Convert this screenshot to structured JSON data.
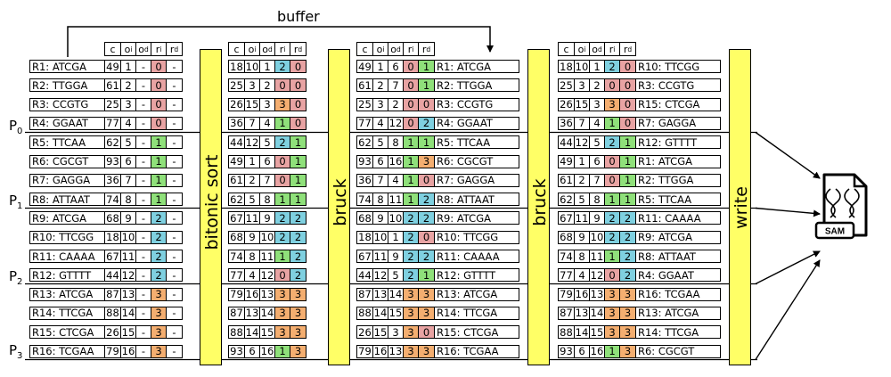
{
  "diagram": {
    "buffer_label": "buffer",
    "steps": [
      "bitonic sort",
      "bruck",
      "bruck",
      "write"
    ],
    "processes": [
      {
        "letter": "P",
        "index": "0"
      },
      {
        "letter": "P",
        "index": "1"
      },
      {
        "letter": "P",
        "index": "2"
      },
      {
        "letter": "P",
        "index": "3"
      }
    ],
    "column_headers": [
      {
        "main": "c",
        "sub": ""
      },
      {
        "main": "o",
        "sub": "i"
      },
      {
        "main": "o",
        "sub": "d"
      },
      {
        "main": "r",
        "sub": "i"
      },
      {
        "main": "r",
        "sub": "d"
      }
    ],
    "sam_file_label": "SAM",
    "colors": {
      "rank0": "#e8a3a3",
      "rank1": "#8fe07a",
      "rank2": "#7fd0e0",
      "rank3": "#f4ae70",
      "step_bar": "#ffff66"
    },
    "stages": [
      {
        "reads_position": "left",
        "rows": [
          {
            "read": "R1: ATCGA",
            "c": "49",
            "oi": "1",
            "od": "-",
            "ri": "0",
            "rd": "-"
          },
          {
            "read": "R2: TTGGA",
            "c": "61",
            "oi": "2",
            "od": "-",
            "ri": "0",
            "rd": "-"
          },
          {
            "read": "R3: CCGTG",
            "c": "25",
            "oi": "3",
            "od": "-",
            "ri": "0",
            "rd": "-"
          },
          {
            "read": "R4: GGAAT",
            "c": "77",
            "oi": "4",
            "od": "-",
            "ri": "0",
            "rd": "-"
          },
          {
            "read": "R5: TTCAA",
            "c": "62",
            "oi": "5",
            "od": "-",
            "ri": "1",
            "rd": "-"
          },
          {
            "read": "R6: CGCGT",
            "c": "93",
            "oi": "6",
            "od": "-",
            "ri": "1",
            "rd": "-"
          },
          {
            "read": "R7: GAGGA",
            "c": "36",
            "oi": "7",
            "od": "-",
            "ri": "1",
            "rd": "-"
          },
          {
            "read": "R8: ATTAAT",
            "c": "74",
            "oi": "8",
            "od": "-",
            "ri": "1",
            "rd": "-"
          },
          {
            "read": "R9: ATCGA",
            "c": "68",
            "oi": "9",
            "od": "-",
            "ri": "2",
            "rd": "-"
          },
          {
            "read": "R10: TTCGG",
            "c": "18",
            "oi": "10",
            "od": "-",
            "ri": "2",
            "rd": "-"
          },
          {
            "read": "R11: CAAAA",
            "c": "67",
            "oi": "11",
            "od": "-",
            "ri": "2",
            "rd": "-"
          },
          {
            "read": "R12: GTTTT",
            "c": "44",
            "oi": "12",
            "od": "-",
            "ri": "2",
            "rd": "-"
          },
          {
            "read": "R13: ATCGA",
            "c": "87",
            "oi": "13",
            "od": "-",
            "ri": "3",
            "rd": "-"
          },
          {
            "read": "R14: TTCGA",
            "c": "88",
            "oi": "14",
            "od": "-",
            "ri": "3",
            "rd": "-"
          },
          {
            "read": "R15: CTCGA",
            "c": "26",
            "oi": "15",
            "od": "-",
            "ri": "3",
            "rd": "-"
          },
          {
            "read": "R16: TCGAA",
            "c": "79",
            "oi": "16",
            "od": "-",
            "ri": "3",
            "rd": "-"
          }
        ]
      },
      {
        "reads_position": "none",
        "rows": [
          {
            "read": "",
            "c": "18",
            "oi": "10",
            "od": "1",
            "ri": "2",
            "rd": "0"
          },
          {
            "read": "",
            "c": "25",
            "oi": "3",
            "od": "2",
            "ri": "0",
            "rd": "0"
          },
          {
            "read": "",
            "c": "26",
            "oi": "15",
            "od": "3",
            "ri": "3",
            "rd": "0"
          },
          {
            "read": "",
            "c": "36",
            "oi": "7",
            "od": "4",
            "ri": "1",
            "rd": "0"
          },
          {
            "read": "",
            "c": "44",
            "oi": "12",
            "od": "5",
            "ri": "2",
            "rd": "1"
          },
          {
            "read": "",
            "c": "49",
            "oi": "1",
            "od": "6",
            "ri": "0",
            "rd": "1"
          },
          {
            "read": "",
            "c": "61",
            "oi": "2",
            "od": "7",
            "ri": "0",
            "rd": "1"
          },
          {
            "read": "",
            "c": "62",
            "oi": "5",
            "od": "8",
            "ri": "1",
            "rd": "1"
          },
          {
            "read": "",
            "c": "67",
            "oi": "11",
            "od": "9",
            "ri": "2",
            "rd": "2"
          },
          {
            "read": "",
            "c": "68",
            "oi": "9",
            "od": "10",
            "ri": "2",
            "rd": "2"
          },
          {
            "read": "",
            "c": "74",
            "oi": "8",
            "od": "11",
            "ri": "1",
            "rd": "2"
          },
          {
            "read": "",
            "c": "77",
            "oi": "4",
            "od": "12",
            "ri": "0",
            "rd": "2"
          },
          {
            "read": "",
            "c": "79",
            "oi": "16",
            "od": "13",
            "ri": "3",
            "rd": "3"
          },
          {
            "read": "",
            "c": "87",
            "oi": "13",
            "od": "14",
            "ri": "3",
            "rd": "3"
          },
          {
            "read": "",
            "c": "88",
            "oi": "14",
            "od": "15",
            "ri": "3",
            "rd": "3"
          },
          {
            "read": "",
            "c": "93",
            "oi": "6",
            "od": "16",
            "ri": "1",
            "rd": "3"
          }
        ]
      },
      {
        "reads_position": "right",
        "rows": [
          {
            "read": "R1: ATCGA",
            "c": "49",
            "oi": "1",
            "od": "6",
            "ri": "0",
            "rd": "1"
          },
          {
            "read": "R2: TTGGA",
            "c": "61",
            "oi": "2",
            "od": "7",
            "ri": "0",
            "rd": "1"
          },
          {
            "read": "R3: CCGTG",
            "c": "25",
            "oi": "3",
            "od": "2",
            "ri": "0",
            "rd": "0"
          },
          {
            "read": "R4: GGAAT",
            "c": "77",
            "oi": "4",
            "od": "12",
            "ri": "0",
            "rd": "2"
          },
          {
            "read": "R5: TTCAA",
            "c": "62",
            "oi": "5",
            "od": "8",
            "ri": "1",
            "rd": "1"
          },
          {
            "read": "R6: CGCGT",
            "c": "93",
            "oi": "6",
            "od": "16",
            "ri": "1",
            "rd": "3"
          },
          {
            "read": "R7: GAGGA",
            "c": "36",
            "oi": "7",
            "od": "4",
            "ri": "1",
            "rd": "0"
          },
          {
            "read": "R8: ATTAAT",
            "c": "74",
            "oi": "8",
            "od": "11",
            "ri": "1",
            "rd": "2"
          },
          {
            "read": "R9: ATCGA",
            "c": "68",
            "oi": "9",
            "od": "10",
            "ri": "2",
            "rd": "2"
          },
          {
            "read": "R10: TTCGG",
            "c": "18",
            "oi": "10",
            "od": "1",
            "ri": "2",
            "rd": "0"
          },
          {
            "read": "R11: CAAAA",
            "c": "67",
            "oi": "11",
            "od": "9",
            "ri": "2",
            "rd": "2"
          },
          {
            "read": "R12: GTTTT",
            "c": "44",
            "oi": "12",
            "od": "5",
            "ri": "2",
            "rd": "1"
          },
          {
            "read": "R13: ATCGA",
            "c": "87",
            "oi": "13",
            "od": "14",
            "ri": "3",
            "rd": "3"
          },
          {
            "read": "R14: TTCGA",
            "c": "88",
            "oi": "14",
            "od": "15",
            "ri": "3",
            "rd": "3"
          },
          {
            "read": "R15: CTCGA",
            "c": "26",
            "oi": "15",
            "od": "3",
            "ri": "3",
            "rd": "0"
          },
          {
            "read": "R16: TCGAA",
            "c": "79",
            "oi": "16",
            "od": "13",
            "ri": "3",
            "rd": "3"
          }
        ]
      },
      {
        "reads_position": "right",
        "rows": [
          {
            "read": "R10: TTCGG",
            "c": "18",
            "oi": "10",
            "od": "1",
            "ri": "2",
            "rd": "0"
          },
          {
            "read": "R3: CCGTG",
            "c": "25",
            "oi": "3",
            "od": "2",
            "ri": "0",
            "rd": "0"
          },
          {
            "read": "R15: CTCGA",
            "c": "26",
            "oi": "15",
            "od": "3",
            "ri": "3",
            "rd": "0"
          },
          {
            "read": "R7: GAGGA",
            "c": "36",
            "oi": "7",
            "od": "4",
            "ri": "1",
            "rd": "0"
          },
          {
            "read": "R12: GTTTT",
            "c": "44",
            "oi": "12",
            "od": "5",
            "ri": "2",
            "rd": "1"
          },
          {
            "read": "R1: ATCGA",
            "c": "49",
            "oi": "1",
            "od": "6",
            "ri": "0",
            "rd": "1"
          },
          {
            "read": "R2: TTGGA",
            "c": "61",
            "oi": "2",
            "od": "7",
            "ri": "0",
            "rd": "1"
          },
          {
            "read": "R5: TTCAA",
            "c": "62",
            "oi": "5",
            "od": "8",
            "ri": "1",
            "rd": "1"
          },
          {
            "read": "R11: CAAAA",
            "c": "67",
            "oi": "11",
            "od": "9",
            "ri": "2",
            "rd": "2"
          },
          {
            "read": "R9: ATCGA",
            "c": "68",
            "oi": "9",
            "od": "10",
            "ri": "2",
            "rd": "2"
          },
          {
            "read": "R8: ATTAAT",
            "c": "74",
            "oi": "8",
            "od": "11",
            "ri": "1",
            "rd": "2"
          },
          {
            "read": "R4: GGAAT",
            "c": "77",
            "oi": "4",
            "od": "12",
            "ri": "0",
            "rd": "2"
          },
          {
            "read": "R16: TCGAA",
            "c": "79",
            "oi": "16",
            "od": "13",
            "ri": "3",
            "rd": "3"
          },
          {
            "read": "R13: ATCGA",
            "c": "87",
            "oi": "13",
            "od": "14",
            "ri": "3",
            "rd": "3"
          },
          {
            "read": "R14: TTCGA",
            "c": "88",
            "oi": "14",
            "od": "15",
            "ri": "3",
            "rd": "3"
          },
          {
            "read": "R6: CGCGT",
            "c": "93",
            "oi": "6",
            "od": "16",
            "ri": "1",
            "rd": "3"
          }
        ]
      }
    ]
  }
}
